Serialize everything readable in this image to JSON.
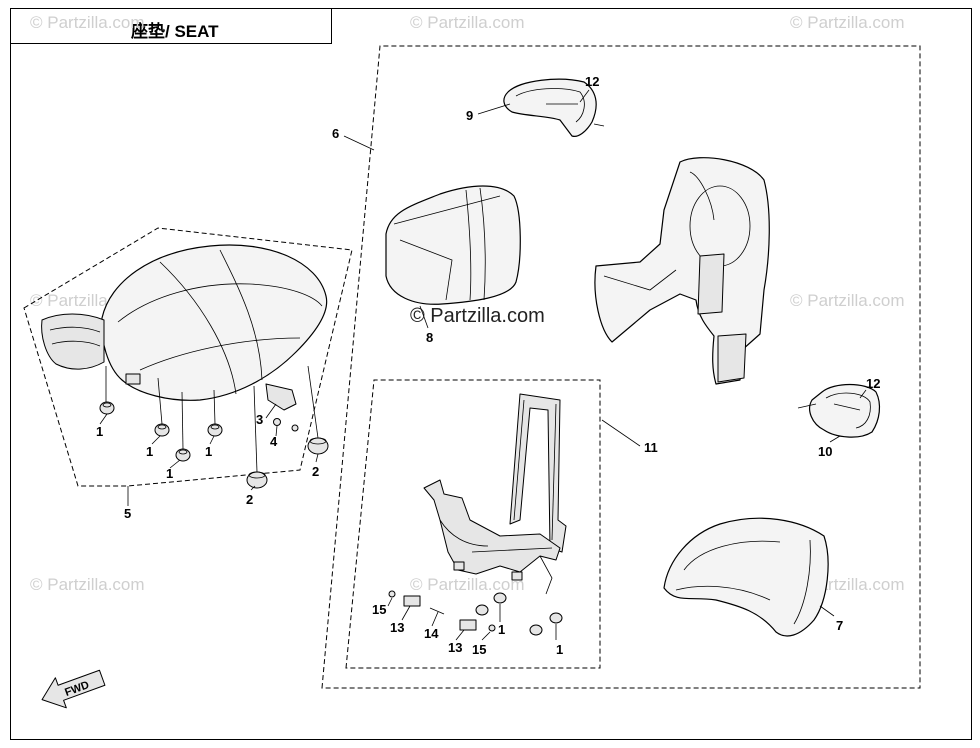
{
  "title": "座垫/ SEAT",
  "watermark": "© Partzilla.com",
  "watermark_center": "© Partzilla.com",
  "fwd_label": "FWD",
  "callouts": {
    "c1a": "1",
    "c1b": "1",
    "c1c": "1",
    "c1d": "1",
    "c1e": "1",
    "c1f": "1",
    "c2a": "2",
    "c2b": "2",
    "c3": "3",
    "c4": "4",
    "c5": "5",
    "c6": "6",
    "c7": "7",
    "c8": "8",
    "c9": "9",
    "c10": "10",
    "c11": "11",
    "c12a": "12",
    "c12b": "12",
    "c13a": "13",
    "c13b": "13",
    "c14": "14",
    "c15a": "15",
    "c15b": "15"
  },
  "colors": {
    "line": "#000000",
    "watermark": "#cfcfcf",
    "fill": "#f4f4f4"
  }
}
